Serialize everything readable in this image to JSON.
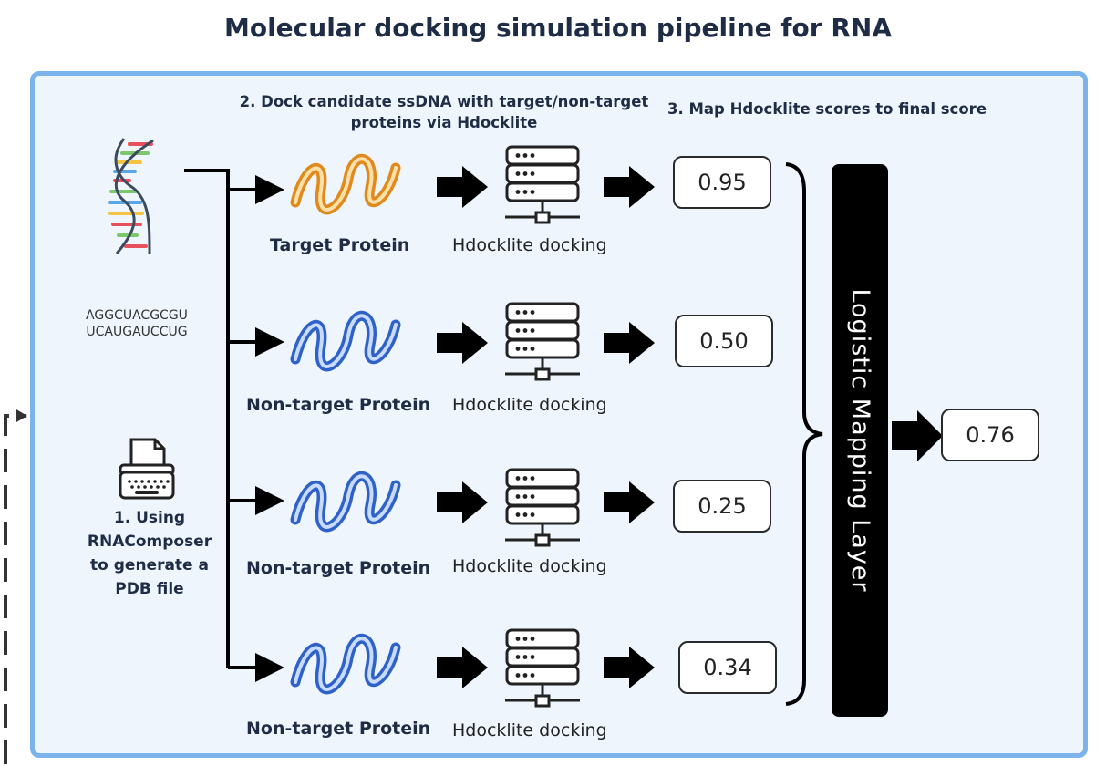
{
  "title": "Molecular docking simulation pipeline for RNA",
  "step2_label": "2. Dock candidate ssDNA with target/non-target proteins via Hdocklite",
  "step3_label": "3. Map Hdocklite scores to final score",
  "step1_label": [
    "1. Using",
    "RNAComposer",
    "to generate a",
    "PDB file"
  ],
  "sequence": [
    "AGGCUACGCGU",
    "UCAUGAUCCUG"
  ],
  "rows": [
    {
      "protein": "Target Protein",
      "protein_color": "#e08a1e",
      "docking": "Hdocklite docking",
      "score": "0.95"
    },
    {
      "protein": "Non-target Protein",
      "protein_color": "#2e62c9",
      "docking": "Hdocklite docking",
      "score": "0.50"
    },
    {
      "protein": "Non-target Protein",
      "protein_color": "#2e62c9",
      "docking": "Hdocklite docking",
      "score": "0.25"
    },
    {
      "protein": "Non-target Protein",
      "protein_color": "#2e62c9",
      "docking": "Hdocklite docking",
      "score": "0.34"
    }
  ],
  "mapping_layer": "Logistic Mapping Layer",
  "final_score": "0.76",
  "colors": {
    "frame_border": "#7bb3ec",
    "frame_fill": "#eef5fd",
    "text": "#1e2d45",
    "layer": "#000000"
  },
  "icons": [
    "dna-helix-icon",
    "typewriter-document-icon",
    "protein-helix-icon",
    "server-rack-icon",
    "arrow-right-icon"
  ]
}
